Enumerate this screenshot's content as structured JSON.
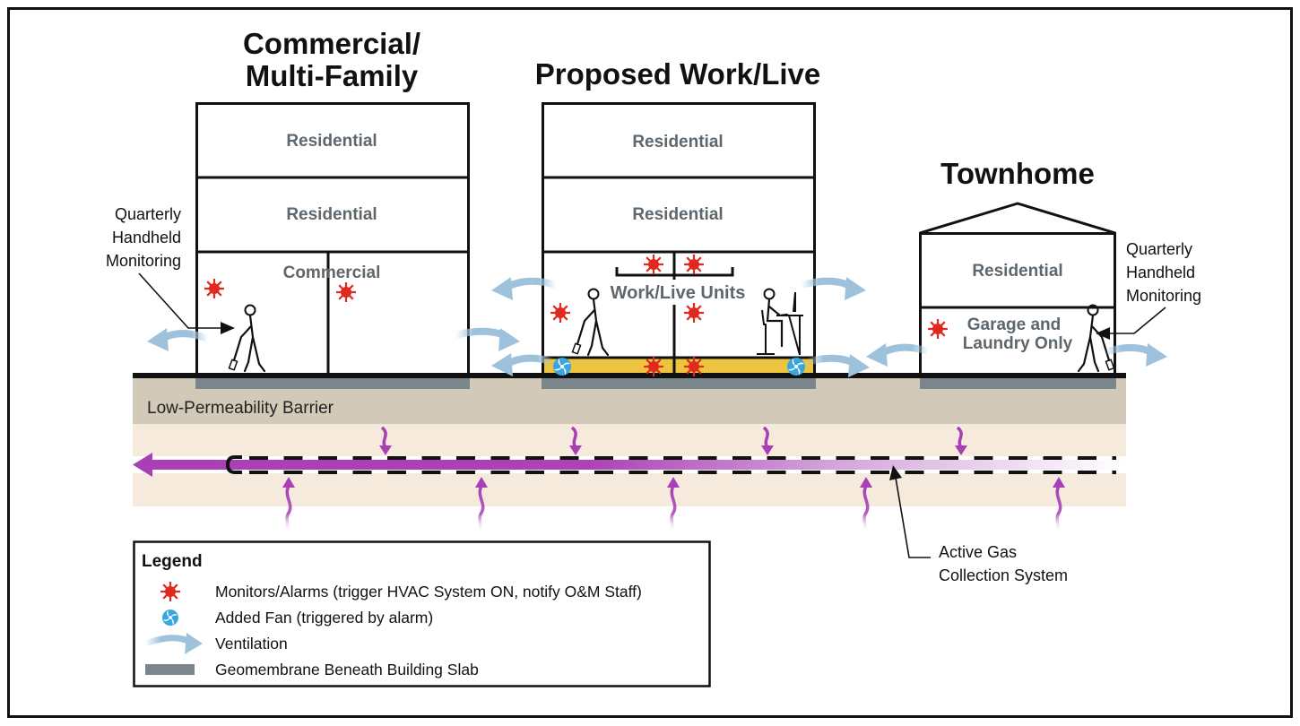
{
  "buildings": {
    "commercial": {
      "title_line1": "Commercial/",
      "title_line2": "Multi-Family",
      "floors": [
        "Residential",
        "Residential",
        "Commercial"
      ]
    },
    "worklive": {
      "title": "Proposed Work/Live",
      "floors": [
        "Residential",
        "Residential",
        "Work/Live Units"
      ]
    },
    "townhome": {
      "title": "Townhome",
      "floors": [
        "Residential"
      ],
      "garage_line1": "Garage and",
      "garage_line2": "Laundry Only"
    }
  },
  "annotations": {
    "left_monitoring": [
      "Quarterly",
      "Handheld",
      "Monitoring"
    ],
    "right_monitoring": [
      "Quarterly",
      "Handheld",
      "Monitoring"
    ],
    "barrier": "Low-Permeability Barrier",
    "gas_collection": [
      "Active Gas",
      "Collection System"
    ]
  },
  "legend": {
    "title": "Legend",
    "items": [
      {
        "icon": "alarm-icon",
        "label": "Monitors/Alarms (trigger HVAC System ON, notify O&M Staff)"
      },
      {
        "icon": "fan-icon",
        "label": "Added Fan (triggered by alarm)"
      },
      {
        "icon": "ventilation-arrow-icon",
        "label": "Ventilation"
      },
      {
        "icon": "geomembrane-swatch-icon",
        "label": "Geomembrane Beneath Building Slab"
      }
    ]
  },
  "colors": {
    "alarm": "#e0291f",
    "fan": "#3aa6e0",
    "ventilation": "#9fc2dc",
    "geomembrane": "#7a858c",
    "barrier": "#d3c9b8",
    "soil": "#f5eadb",
    "gas_pipe": "#a93fb5",
    "sub_slab": "#ecc440",
    "room_text": "#5e676d"
  }
}
